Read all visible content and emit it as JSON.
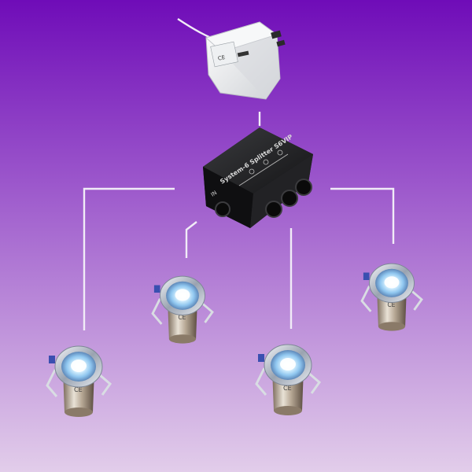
{
  "scene": {
    "background": {
      "top_color": "#6f0cb8",
      "bottom_color": "#e2cdea"
    },
    "wire_color": "#f1ecf7",
    "light_color": "#bfe8ff"
  },
  "adapter": {
    "icon": "plug-adapter-icon",
    "label_text": "CE"
  },
  "splitter": {
    "label": "System-6 Splitter S6VIP",
    "input_mark": "IN"
  },
  "lights": {
    "count": 4,
    "mark": "CE"
  }
}
